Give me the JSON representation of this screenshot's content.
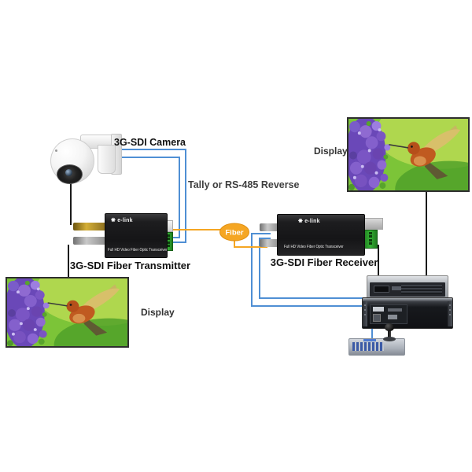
{
  "camera": {
    "label": "3G-SDI Camera"
  },
  "tally": {
    "label": "Tally or RS-485 Reverse"
  },
  "fiber": {
    "label": "Fiber"
  },
  "transmitter": {
    "label": "3G-SDI Fiber Transmitter",
    "brand": "e-link",
    "product": "Full HD Video Fiber Optic Transceiver"
  },
  "receiver": {
    "label": "3G-SDI Fiber Receiver",
    "brand": "e-link",
    "product": "Full HD Video Fiber Optic Transceiver"
  },
  "displays": {
    "top_right": {
      "label": "Display"
    },
    "bottom_left": {
      "label": "Display"
    }
  },
  "colors": {
    "sdi_cable": "#1a1a1a",
    "tally_cable": "#4f8fd4",
    "fiber_cable": "#f5a623",
    "fiber_badge_bg": "#f5a623"
  }
}
